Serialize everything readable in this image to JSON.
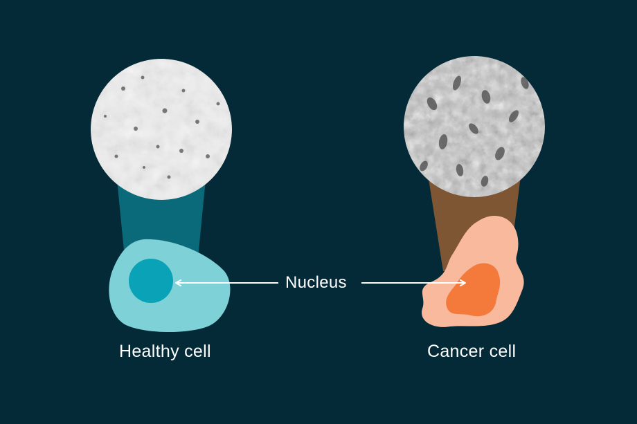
{
  "labels": {
    "healthy": "Healthy cell",
    "cancer": "Cancer cell",
    "nucleus": "Nucleus"
  },
  "colors": {
    "background": "#042a38",
    "healthy_beam": "#0b6a7a",
    "healthy_cytoplasm": "#7fd1d8",
    "healthy_nucleus": "#0aa2b6",
    "cancer_beam": "#7e5634",
    "cancer_cytoplasm": "#f8b99d",
    "cancer_nucleus": "#f47a3b",
    "arrow": "#ffffff"
  }
}
